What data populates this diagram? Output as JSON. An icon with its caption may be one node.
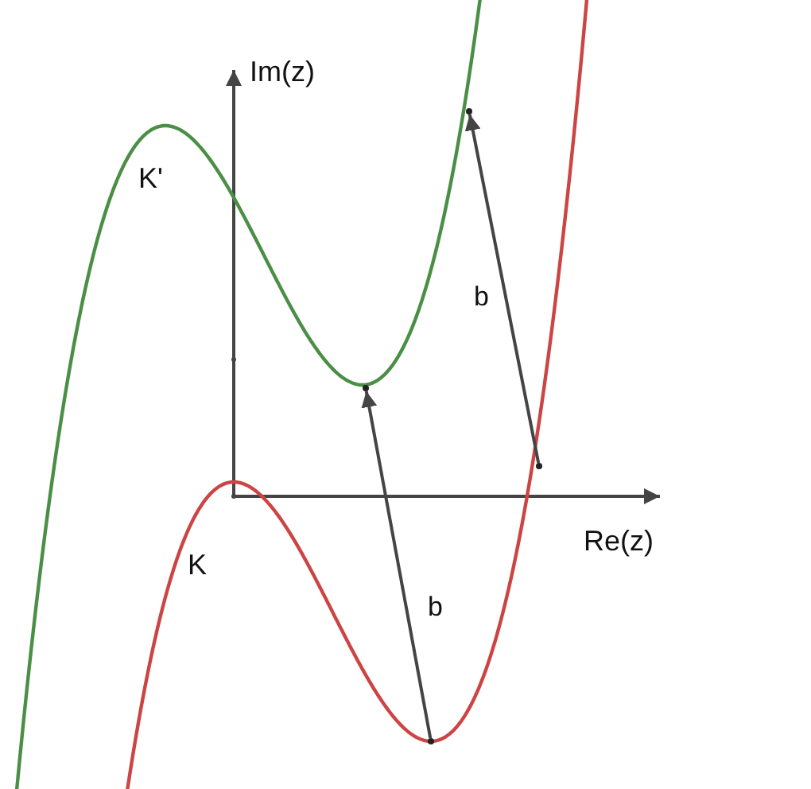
{
  "diagram": {
    "nodes": [
      {
        "text": [],
        "shape": "circle"
      },
      {
        "text": [],
        "shape": "circle"
      },
      {
        "text": [],
        "shape": "circle"
      },
      {
        "text": [],
        "shape": "circle"
      }
    ],
    "edges": [
      {
        "from": 3,
        "to": 1,
        "arrow": "to",
        "label": "b"
      },
      {
        "from": 2,
        "to": 0,
        "arrow": "to",
        "label": "b"
      }
    ],
    "labels": [
      "Im(z)",
      "K'",
      "Re(z)",
      "K"
    ]
  }
}
